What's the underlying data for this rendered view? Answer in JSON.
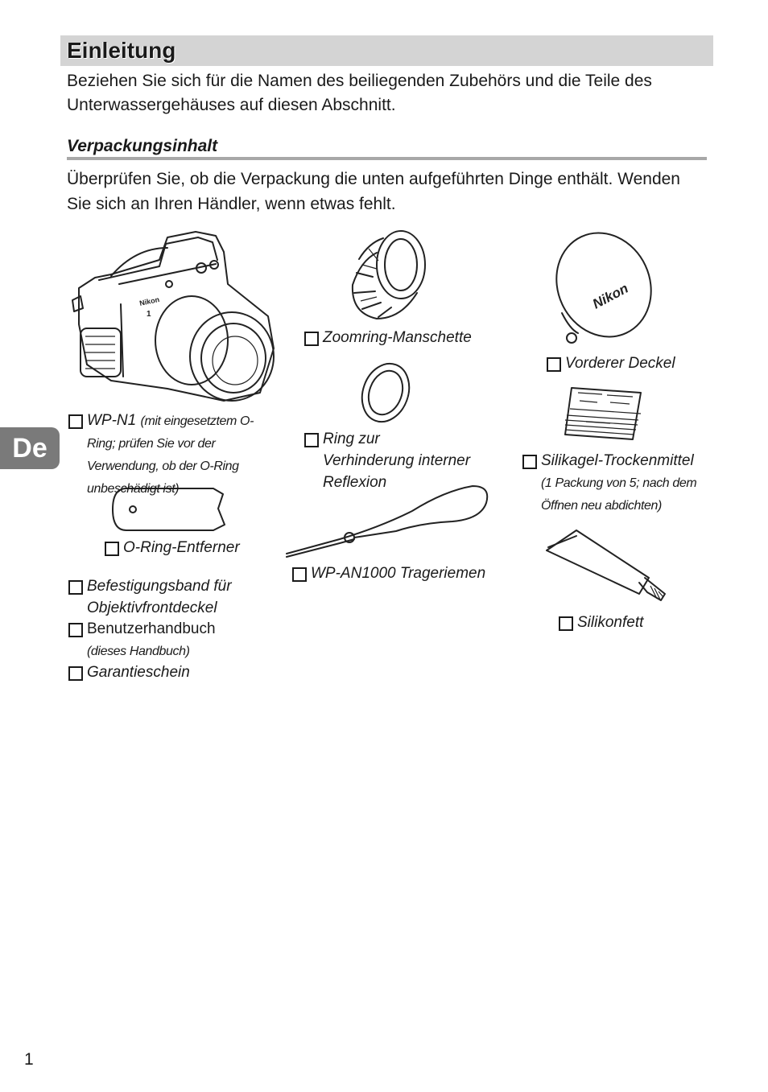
{
  "section": {
    "title": "Einleitung"
  },
  "intro": "Beziehen Sie sich für die Namen des beiliegenden Zubehörs und die Teile des Unterwassergehäuses auf diesen Abschnitt.",
  "subsection": {
    "title": "Verpackungsinhalt",
    "text": "Überprüfen Sie, ob die Verpackung die unten aufgeführten Dinge enthält. Wenden Sie sich an Ihren Händler, wenn etwas fehlt."
  },
  "items": {
    "housing": {
      "name": "WP-N1",
      "note": "(mit eingesetztem O-Ring; prüfen Sie vor der Verwendung, ob der O-Ring unbeschädigt ist)",
      "logo": "Nikon",
      "model": "1"
    },
    "oring_remover": {
      "name": "O-Ring-Entferner"
    },
    "lens_cap_band": {
      "name": "Befestigungsband für Objektivfrontdeckel"
    },
    "manual": {
      "name": "Benutzerhandbuch",
      "note": "(dieses Handbuch)"
    },
    "warranty": {
      "name": "Garantieschein"
    },
    "zoom_sleeve": {
      "name": "Zoomring-Manschette"
    },
    "reflection_ring": {
      "name": "Ring zur Verhinderung interner Reflexion"
    },
    "strap": {
      "name": "WP-AN1000 Trageriemen"
    },
    "front_cap": {
      "name": "Vorderer Deckel",
      "logo": "Nikon"
    },
    "silica_gel": {
      "name": "Silikagel-Trockenmittel",
      "note": "(1 Packung von 5; nach dem Öffnen neu abdichten)"
    },
    "silicone_grease": {
      "name": "Silikonfett"
    }
  },
  "side_tab": "De",
  "page_number": "1"
}
